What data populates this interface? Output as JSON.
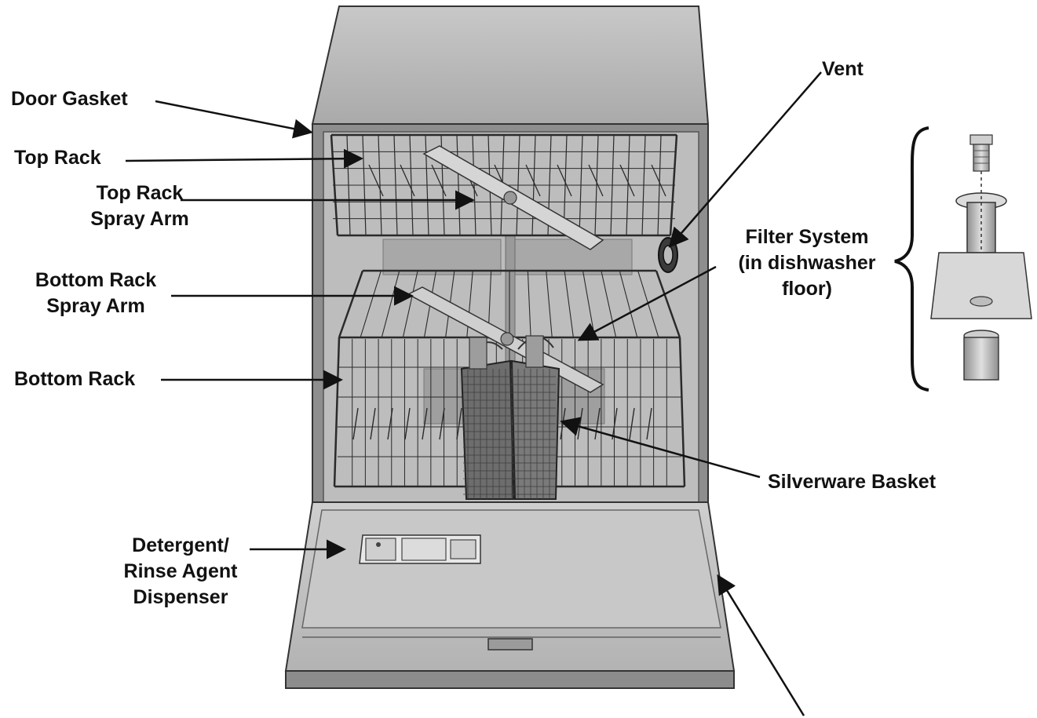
{
  "labels": {
    "door_gasket": "Door Gasket",
    "top_rack": "Top Rack",
    "top_rack_spray_arm": [
      "Top Rack",
      "Spray Arm"
    ],
    "bottom_rack_spray_arm": [
      "Bottom Rack",
      "Spray Arm"
    ],
    "bottom_rack": "Bottom Rack",
    "detergent_dispenser": [
      "Detergent/",
      "Rinse Agent",
      "Dispenser"
    ],
    "vent": "Vent",
    "filter_system": [
      "Filter System",
      "(in dishwasher",
      "floor)"
    ],
    "silverware_basket": "Silverware Basket"
  },
  "icons": {
    "dishwasher": "dishwasher-illustration-icon",
    "filter": "filter-assembly-icon",
    "brace": "curly-brace-icon"
  },
  "colors": {
    "ink": "#111111",
    "panel_light": "#d6d6d6",
    "panel_mid": "#a9a9a9",
    "panel_dark": "#6e6e6e",
    "interior": "#bcbcbc"
  }
}
